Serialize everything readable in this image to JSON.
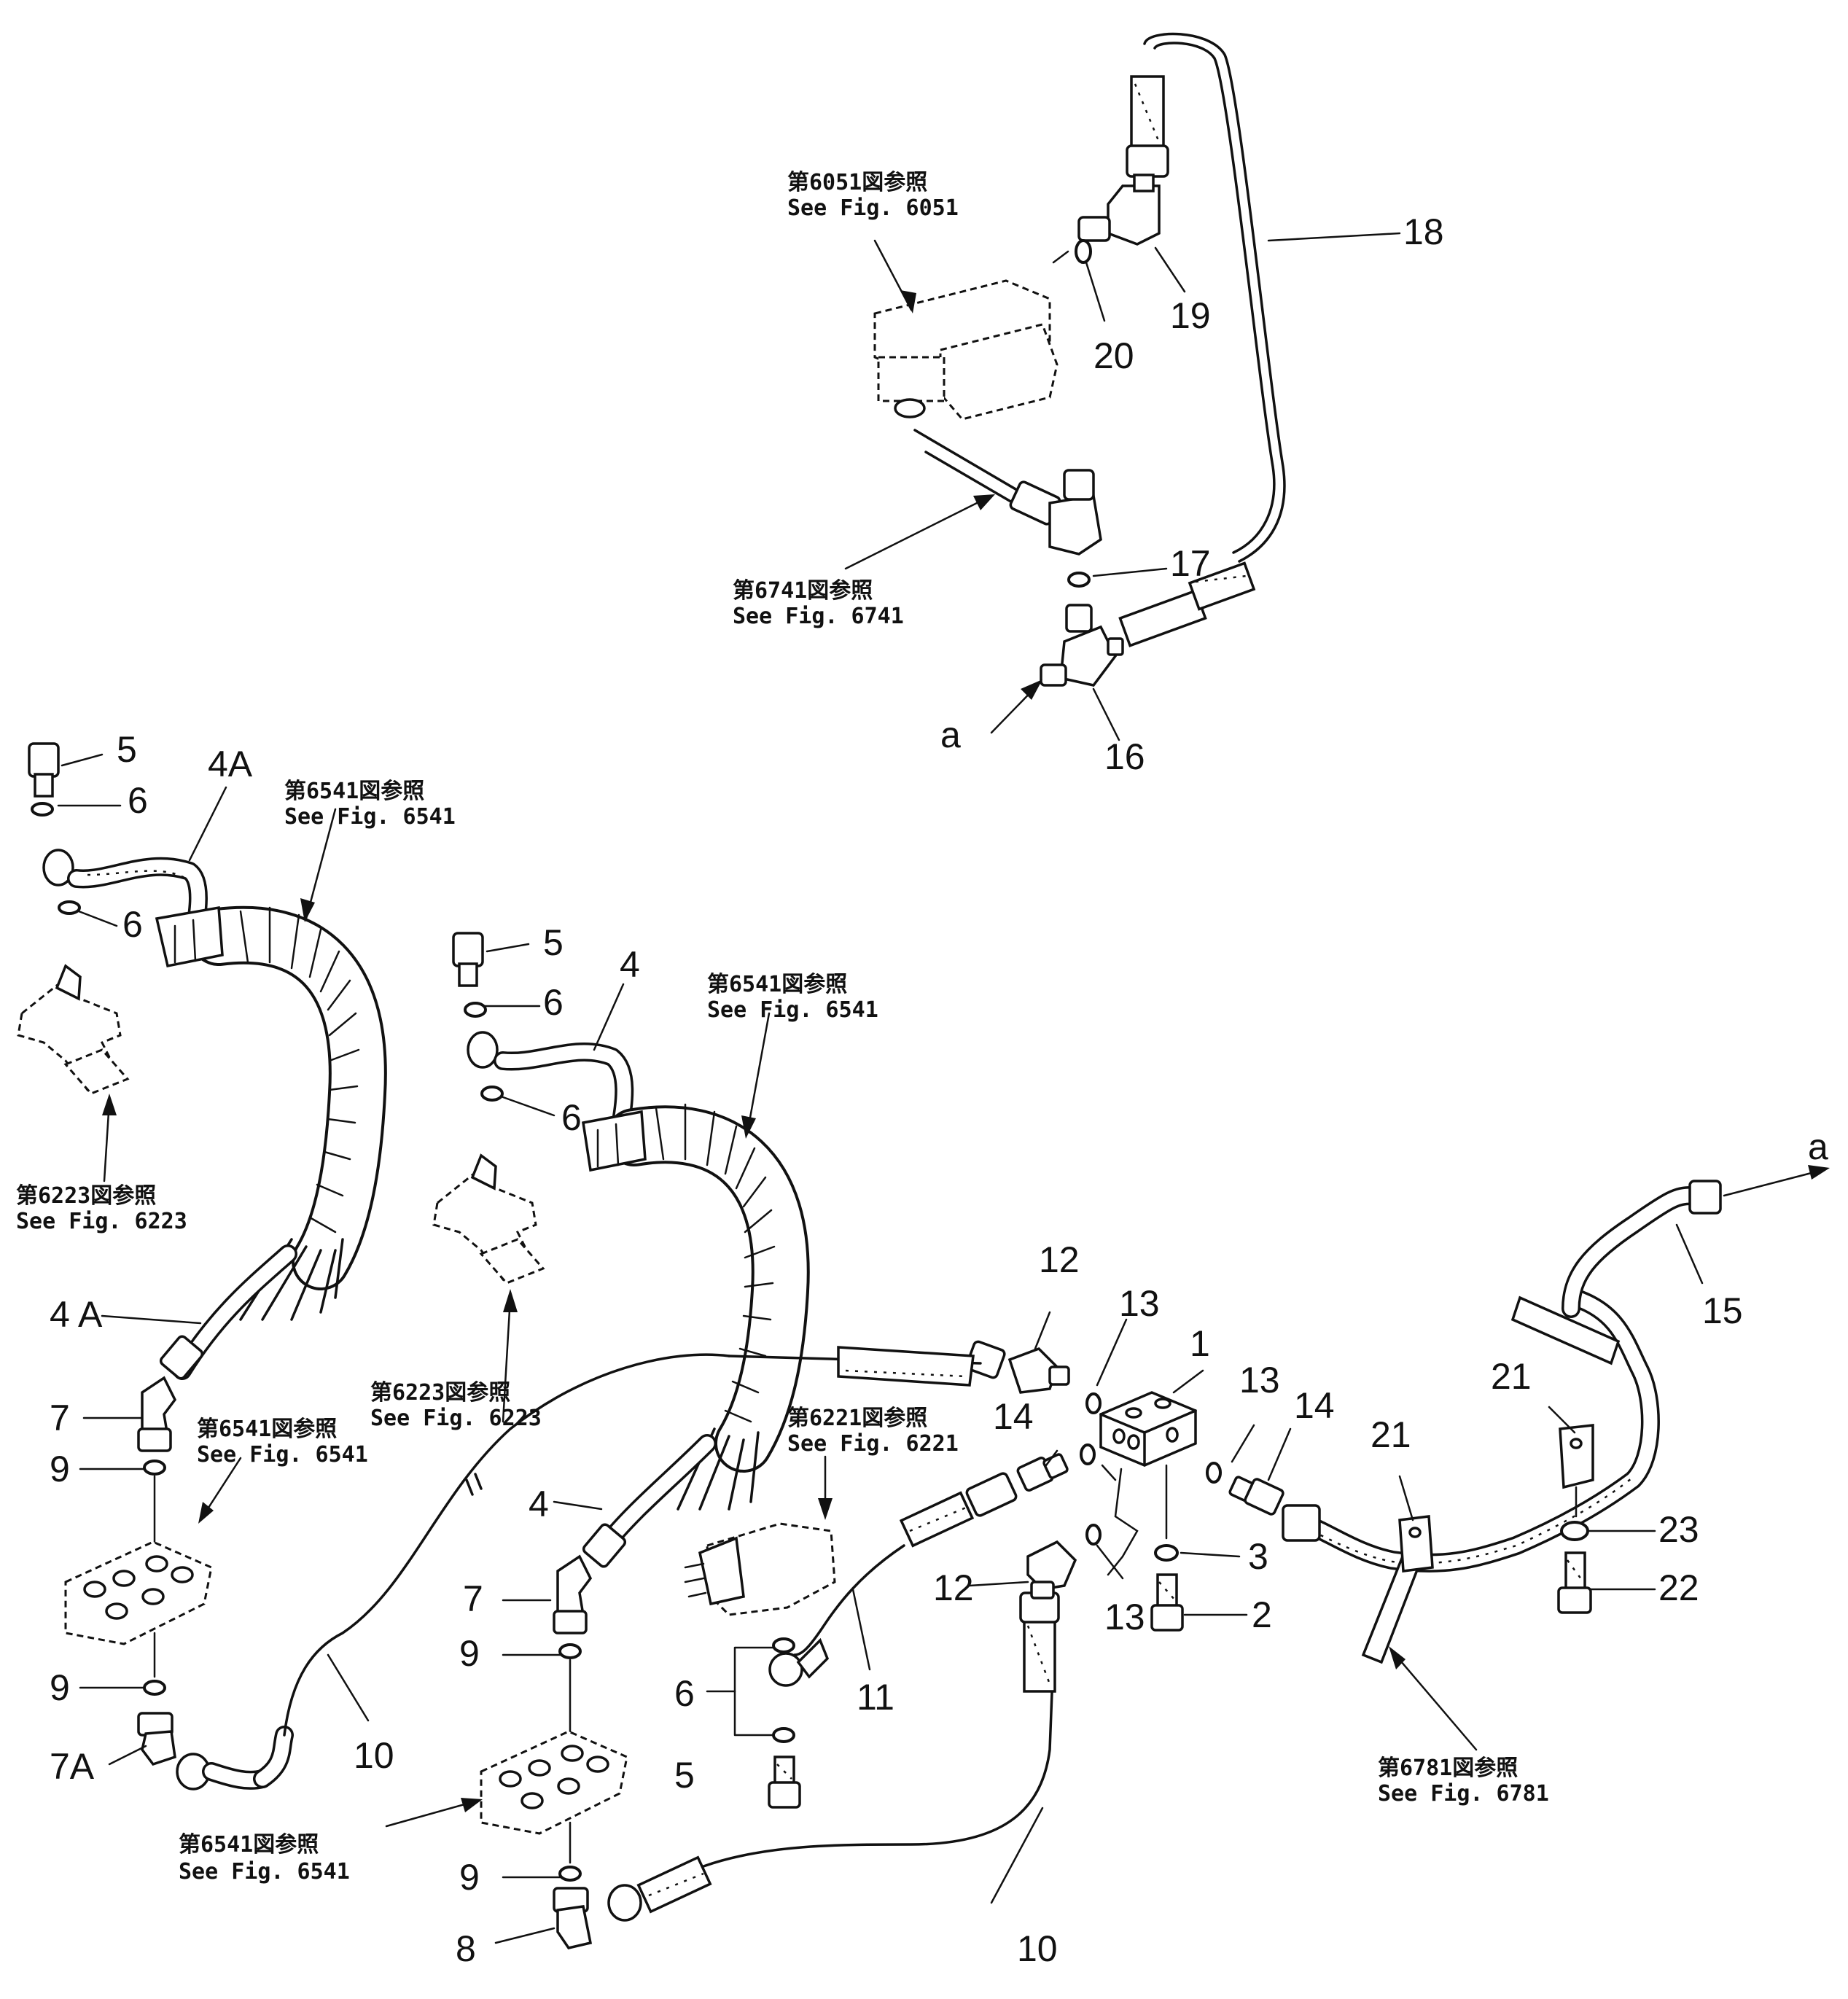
{
  "labels": {
    "p1": "1",
    "p2": "2",
    "p3": "3",
    "p4_top": "4",
    "p4_bottom": "4",
    "p4a_top": "4A",
    "p4a_side": "4 A",
    "p5_a": "5",
    "p5_b": "5",
    "p5_c": "5",
    "p6_a": "6",
    "p6_b": "6",
    "p6_c": "6",
    "p6_d": "6",
    "p6_e": "6",
    "p7_a": "7",
    "p7_b": "7",
    "p7a": "7A",
    "p8": "8",
    "p9_a": "9",
    "p9_b": "9",
    "p9_c": "9",
    "p9_d": "9",
    "p10_a": "10",
    "p10_b": "10",
    "p11": "11",
    "p12_a": "12",
    "p12_b": "12",
    "p13_a": "13",
    "p13_b": "13",
    "p13_c": "13",
    "p14_a": "14",
    "p14_b": "14",
    "p15": "15",
    "p16": "16",
    "p17": "17",
    "p18": "18",
    "p19": "19",
    "p20": "20",
    "p21_a": "21",
    "p21_b": "21",
    "p22": "22",
    "p23": "23",
    "a_left": "a",
    "a_right": "a"
  },
  "references": {
    "r6051": {
      "jp": "第6051図参照",
      "en": "See  Fig.  6051"
    },
    "r6741": {
      "jp": "第6741図参照",
      "en": "See  Fig.  6741"
    },
    "r6541_a": {
      "jp": "第6541図参照",
      "en": "See  Fig.  6541"
    },
    "r6541_b": {
      "jp": "第6541図参照",
      "en": "See  Fig.  6541"
    },
    "r6541_c": {
      "jp": "第6541図参照",
      "en": "See  Fig.  6541"
    },
    "r6541_d": {
      "jp": "第6541図参照",
      "en": "See  Fig.  6541"
    },
    "r6223_a": {
      "jp": "第6223図参照",
      "en": "See  Fig.  6223"
    },
    "r6223_b": {
      "jp": "第6223図参照",
      "en": "See  Fig.  6223"
    },
    "r6221": {
      "jp": "第6221図参照",
      "en": "See  Fig.  6221"
    },
    "r6781": {
      "jp": "第6781図参照",
      "en": "See  Fig.  6781"
    }
  }
}
